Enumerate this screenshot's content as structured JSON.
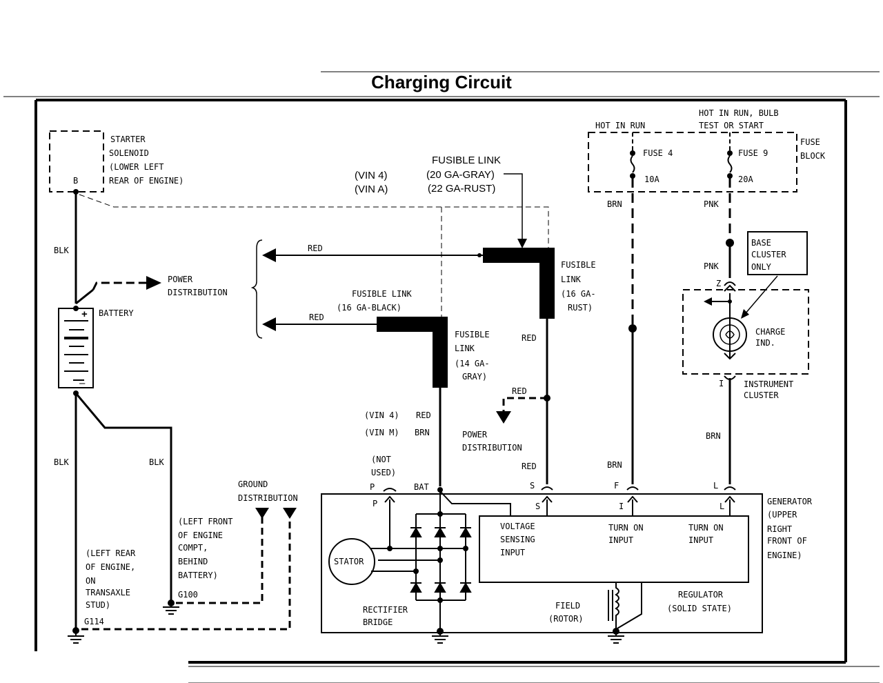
{
  "title": "Charging Circuit",
  "labels": {
    "starter_1": "STARTER",
    "starter_2": "SOLENOID",
    "starter_3": "(LOWER LEFT",
    "starter_4": "REAR OF ENGINE)",
    "starter_b": "B",
    "blk_top": "BLK",
    "power_dist_1": "POWER",
    "power_dist_2": "DISTRIBUTION",
    "battery": "BATTERY",
    "blk_left": "BLK",
    "blk_mid": "BLK",
    "left_rear_1": "(LEFT REAR",
    "left_rear_2": "OF ENGINE,",
    "left_rear_3": "ON",
    "left_rear_4": "TRANSAXLE",
    "left_rear_5": "STUD)",
    "g114": "G114",
    "left_front_1": "(LEFT FRONT",
    "left_front_2": "OF ENGINE",
    "left_front_3": "COMPT,",
    "left_front_4": "BEHIND",
    "left_front_5": "BATTERY)",
    "g100": "G100",
    "ground_dist_1": "GROUND",
    "ground_dist_2": "DISTRIBUTION",
    "vin4_a": "(VIN 4)",
    "vina": "(VIN A)",
    "fusible_link_top": "FUSIBLE LINK",
    "ga20_gray": "(20 GA-GRAY)",
    "ga22_rust": "(22 GA-RUST)",
    "red_top": "RED",
    "red_mid": "RED",
    "fl_16black_1": "FUSIBLE LINK",
    "fl_16black_2": "(16 GA-BLACK)",
    "fl_right_1": "FUSIBLE",
    "fl_right_2": "LINK",
    "fl_right_3": "(16 GA-",
    "fl_right_4": "RUST)",
    "fl_14_1": "FUSIBLE",
    "fl_14_2": "LINK",
    "fl_14_3": "(14 GA-",
    "fl_14_4": "GRAY)",
    "red_right": "RED",
    "red_pd": "RED",
    "power_dist2_1": "POWER",
    "power_dist2_2": "DISTRIBUTION",
    "vin4_b": "(VIN 4)",
    "vinm": "(VIN M)",
    "red_vin": "RED",
    "brn_vin": "BRN",
    "red_s": "RED",
    "not_used_1": "(NOT",
    "not_used_2": "USED)",
    "p_top": "P",
    "p_inner": "P",
    "bat": "BAT",
    "s_top": "S",
    "s_inner": "S",
    "f_top": "F",
    "i_inner": "I",
    "l_top": "L",
    "l_inner": "L",
    "hot_run": "HOT IN RUN",
    "hot_bulb_1": "HOT IN RUN, BULB",
    "hot_bulb_2": "TEST OR START",
    "fuse4": "FUSE 4",
    "fuse9": "FUSE 9",
    "a10": "10A",
    "a20": "20A",
    "fuse_block_1": "FUSE",
    "fuse_block_2": "BLOCK",
    "brn_fuse": "BRN",
    "pnk_1": "PNK",
    "pnk_2": "PNK",
    "base_1": "BASE",
    "base_2": "CLUSTER",
    "base_3": "ONLY",
    "z": "Z",
    "charge_1": "CHARGE",
    "charge_2": "IND.",
    "i_clu": "I",
    "instr_1": "INSTRUMENT",
    "instr_2": "CLUSTER",
    "brn_l": "BRN",
    "brn_f": "BRN",
    "generator_1": "GENERATOR",
    "generator_2": "(UPPER",
    "generator_3": "RIGHT",
    "generator_4": "FRONT OF",
    "generator_5": "ENGINE)",
    "voltage_1": "VOLTAGE",
    "voltage_2": "SENSING",
    "voltage_3": "INPUT",
    "turn_on_1a": "TURN ON",
    "turn_on_1b": "INPUT",
    "turn_on_2a": "TURN ON",
    "turn_on_2b": "INPUT",
    "stator": "STATOR",
    "rect_1": "RECTIFIER",
    "rect_2": "BRIDGE",
    "field_1": "FIELD",
    "field_2": "(ROTOR)",
    "regulator_1": "REGULATOR",
    "regulator_2": "(SOLID STATE)"
  }
}
